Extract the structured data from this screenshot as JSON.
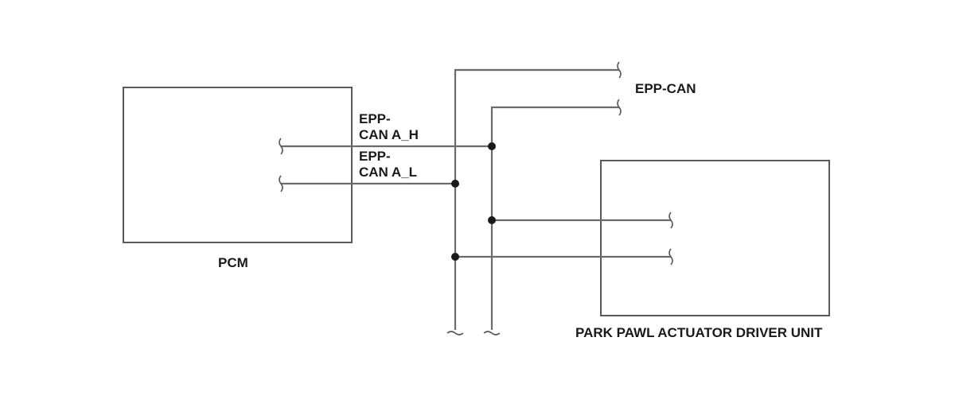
{
  "components": {
    "pcm": {
      "label": "PCM"
    },
    "actuator": {
      "label": "PARK PAWL ACTUATOR DRIVER UNIT"
    }
  },
  "bus": {
    "label": "EPP-CAN"
  },
  "signals": {
    "can_high": {
      "line1": "EPP-",
      "line2": "CAN A_H"
    },
    "can_low": {
      "line1": "EPP-",
      "line2": "CAN A_L"
    }
  }
}
